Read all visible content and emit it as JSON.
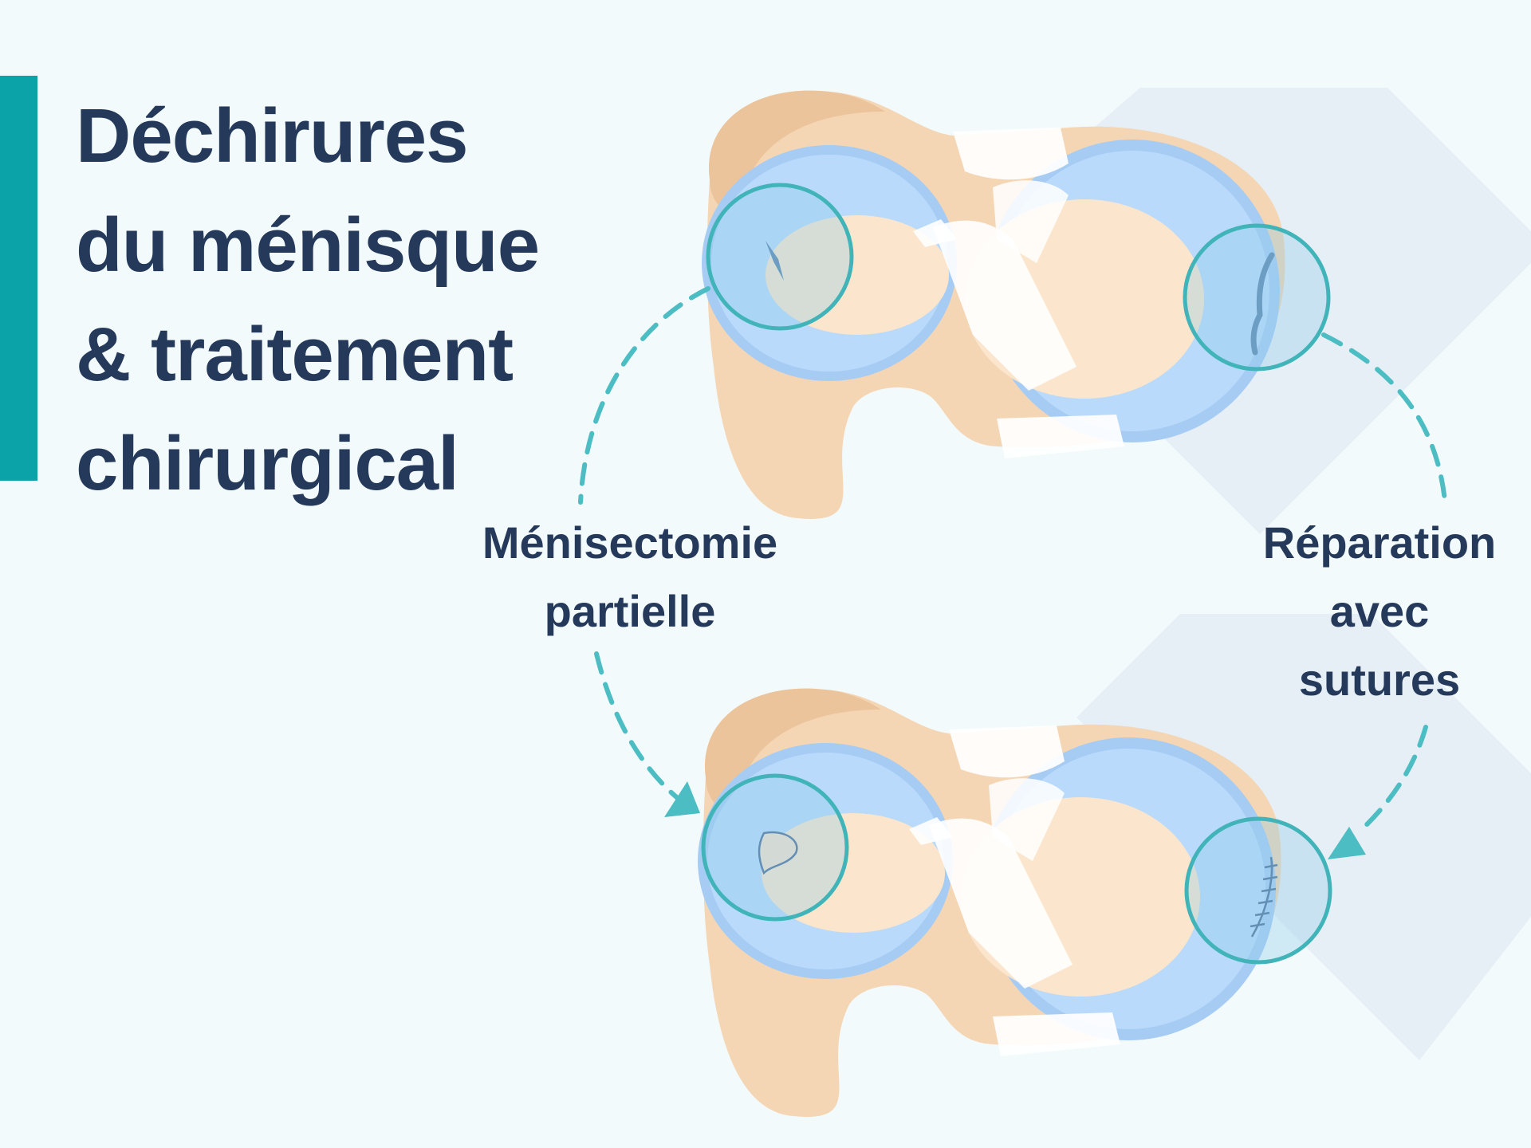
{
  "title": {
    "line1": "Déchirures",
    "line2": "du ménisque",
    "line3": "& traitement",
    "line4": "chirurgical"
  },
  "labels": {
    "left": {
      "line1": "Ménisectomie",
      "line2": "partielle"
    },
    "right": {
      "line1": "Réparation",
      "line2": "avec",
      "line3": "sutures"
    }
  },
  "colors": {
    "accent": "#0ba2a8",
    "title_text": "#253a5b",
    "background": "#f3fafc",
    "bone": "#f4d4b0",
    "meniscus": "#b5d8f8",
    "circle": "#40b4b8",
    "arrow": "#4bbdc3"
  }
}
